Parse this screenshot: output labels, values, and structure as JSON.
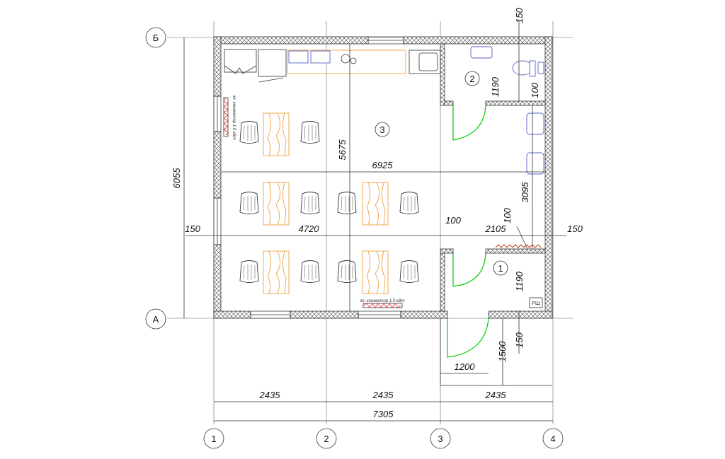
{
  "axes": {
    "rows": [
      "Б",
      "А"
    ],
    "cols": [
      "1",
      "2",
      "3",
      "4"
    ]
  },
  "rooms": [
    "1",
    "2",
    "3"
  ],
  "dimensions": {
    "total_height": "6055",
    "inner_height": "5675",
    "inner_width": "6925",
    "hall_width": "4720",
    "room1_width": "2105",
    "left_wall": "150",
    "right_wall": "150",
    "top_wall": "150",
    "bottom_wall": "150",
    "partition_a": "100",
    "partition_b": "100",
    "partition_c": "100",
    "room2_depth": "1190",
    "room1_depth": "1190",
    "corridor": "3095",
    "porch_width": "1200",
    "porch_depth": "1500",
    "bay_1": "2435",
    "bay_2": "2435",
    "bay_3": "2435",
    "overall_width": "7305"
  },
  "labels": {
    "heater_bottom": "эл. конвектор 1.0 кВт",
    "heater_left": "эл. конвектор 1.0 кВт",
    "panel": "РЩ"
  },
  "colors": {
    "door": "#00cc00",
    "furniture": "#f0a040",
    "heater": "#e03030",
    "plumbing": "#5560c8"
  }
}
